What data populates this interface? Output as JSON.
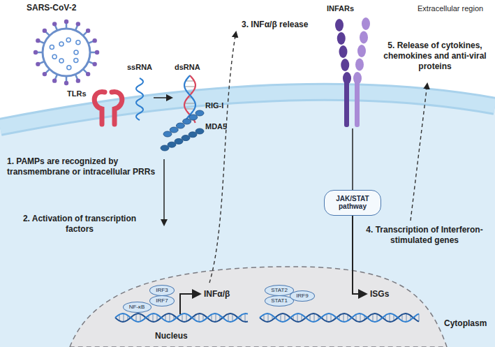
{
  "diagram": {
    "nodes": [
      {
        "text": [
          "JAK/STAT pathway"
        ]
      },
      {
        "text": [
          "IRF3"
        ]
      },
      {
        "text": [
          "NF-κB"
        ]
      },
      {
        "text": [
          "IRF7"
        ]
      },
      {
        "text": [
          "STAT2"
        ]
      },
      {
        "text": [
          "STAT1"
        ]
      },
      {
        "text": [
          "IRF9"
        ]
      }
    ],
    "labels": [
      "Extracellular region",
      "SARS-CoV-2",
      "TLRs",
      "ssRNA",
      "dsRNA",
      "RIG-I",
      "MDA5",
      "1. PAMPs are recognized by transmembrane or intracellular PRRs",
      "3. INFα/β release",
      "INFARs",
      "5. Release of cytokines, chemokines and anti-viral proteins",
      "2. Activation of transcription factors",
      "4. Transcription of Interferon-stimulated genes",
      "INFα/β",
      "ISGs",
      "Nucleus",
      "Cytoplasm"
    ]
  }
}
